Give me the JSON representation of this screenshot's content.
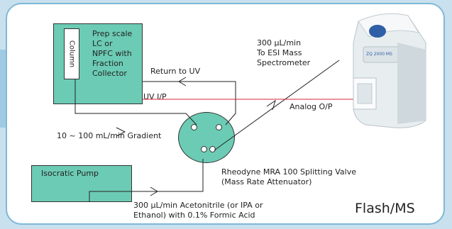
{
  "diagram": {
    "column_label": "Column",
    "prep_label": "Prep scale\nLC or\nNPFC with\nFraction\nCollector",
    "uv_ip_label": "UV I/P",
    "return_uv_label": "Return to UV",
    "flow_rate_ms_label": "300 µL/min\nTo ESI Mass\nSpectrometer",
    "analog_op_label": "Analog O/P",
    "gradient_label": "10 ~ 100 mL/min  Gradient",
    "pump_label": "Isocratic Pump",
    "valve_label": "Rheodyne MRA 100 Splitting Valve\n(Mass Rate Attenuator)",
    "makeup_label": "300 µL/min Acetonitrile (or IPA or\nEthanol) with 0.1% Formic Acid",
    "title": "Flash/MS",
    "ms_brand_label": "ZQ 2000 MS"
  },
  "colors": {
    "box_fill": "#6ccbb4",
    "frame": "#7fb8d8",
    "signal_line": "#d7263d",
    "background": "#c9e0ee"
  }
}
